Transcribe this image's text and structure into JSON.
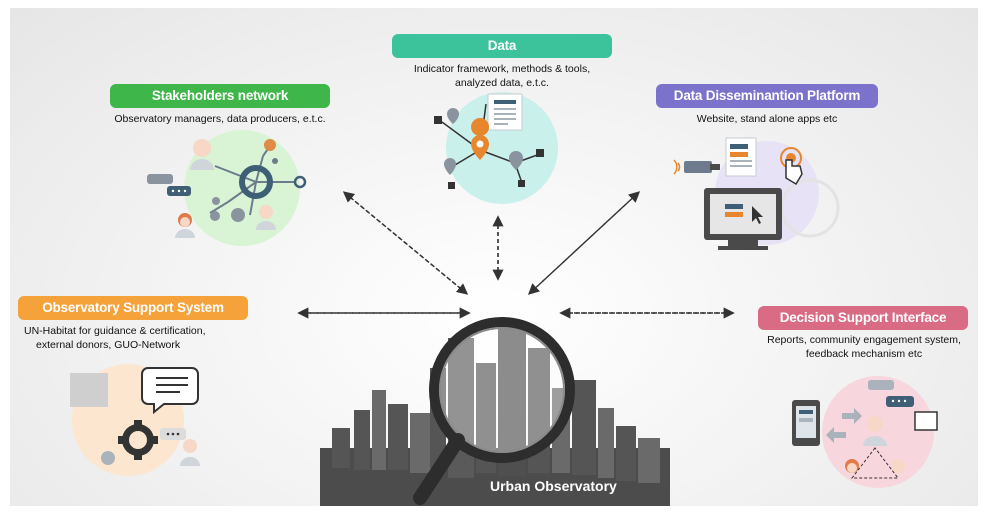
{
  "center": {
    "label": "Urban Observatory"
  },
  "nodes": {
    "data": {
      "title": "Data",
      "desc_line1": "Indicator framework, methods & tools,",
      "desc_line2": "analyzed data, e.t.c.",
      "color": "#3cc39b"
    },
    "stakeholders": {
      "title": "Stakeholders network",
      "desc": "Observatory managers, data producers, e.t.c.",
      "color": "#3fb64a"
    },
    "platform": {
      "title": "Data Disseminantion Platform",
      "desc": "Website, stand alone apps etc",
      "color": "#7b72cc"
    },
    "support": {
      "title": "Observatory Support System",
      "desc_line1": "UN-Habitat for guidance & certification,",
      "desc_line2": "external donors, GUO-Network",
      "color": "#f5a23a"
    },
    "decision": {
      "title": "Decision Support Interface",
      "desc_line1": "Reports, community engagement system,",
      "desc_line2": "feedback mechanism etc",
      "color": "#d96b84"
    }
  }
}
